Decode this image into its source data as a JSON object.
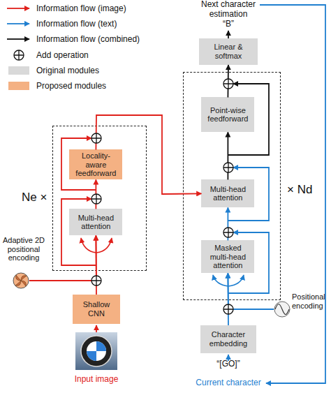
{
  "diagram": {
    "nodes": [
      {
        "text": [
          "Ne ×"
        ]
      },
      {
        "text": [
          "Locality-aware feedforward"
        ],
        "in": 0
      },
      {
        "text": [
          "Multi-head attention"
        ],
        "in": 0
      },
      {
        "text": [
          "Adaptive 2D positional encoding"
        ]
      },
      {
        "text": [
          "Shallow CNN"
        ]
      },
      {
        "text": [
          "Linear & softmax"
        ]
      },
      {
        "text": [
          "× Nd"
        ]
      },
      {
        "text": [
          "Point-wise feedforward"
        ],
        "in": 6
      },
      {
        "text": [
          "Multi-head attention"
        ],
        "in": 6
      },
      {
        "text": [
          "Masked multi-head attention"
        ],
        "in": 6
      },
      {
        "text": [
          "Character embedding"
        ]
      },
      {
        "text": [
          "Positional encoding"
        ]
      }
    ],
    "edges": [
      {
        "from": 4,
        "to": 2,
        "arrow": "to"
      },
      {
        "from": 3,
        "to": 2,
        "arrow": "to"
      },
      {
        "from": 2,
        "to": 1,
        "arrow": "to"
      },
      {
        "from": 1,
        "to": 8,
        "arrow": "to"
      },
      {
        "from": 10,
        "to": 9,
        "arrow": "to"
      },
      {
        "from": 11,
        "to": 9,
        "arrow": "to"
      },
      {
        "from": 9,
        "to": 8,
        "arrow": "to"
      },
      {
        "from": 8,
        "to": 7,
        "arrow": "to"
      },
      {
        "from": 7,
        "to": 5,
        "arrow": "to"
      }
    ],
    "labels": [
      "Next character estimation",
      "“B”",
      "“[GO]”",
      "Current character",
      "Input image"
    ],
    "legend": [
      {
        "text": "Information flow (image)"
      },
      {
        "text": "Information flow (text)"
      },
      {
        "text": "Information flow (combined)"
      },
      {
        "text": "Add operation"
      },
      {
        "text": "Original modules",
        "color": "#d9d9d9"
      },
      {
        "text": "Proposed modules",
        "color": "#f4b183"
      }
    ]
  }
}
